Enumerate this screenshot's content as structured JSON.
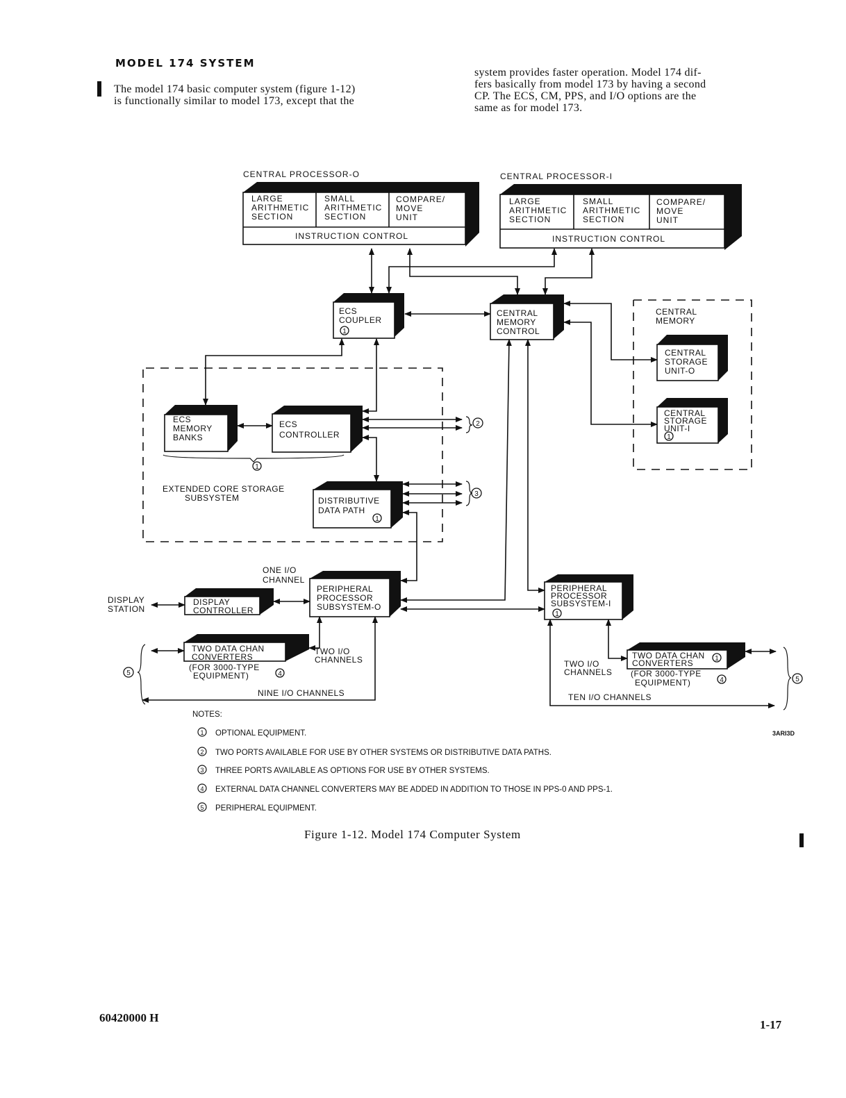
{
  "page": {
    "section_heading": "MODEL 174 SYSTEM",
    "paragraph_left": [
      "The model 174 basic computer system (figure 1-12)",
      "is functionally similar to model 173, except that the"
    ],
    "paragraph_right": [
      "system provides faster operation.  Model 174 dif-",
      "fers basically from model 173 by having a second",
      "CP.  The ECS, CM, PPS, and I/O options are the",
      "same as for model 173."
    ],
    "figure_caption": "Figure 1-12.  Model 174 Computer System",
    "figure_code": "3ARI3D",
    "doc_number": "60420000  H",
    "page_number": "1-17"
  },
  "diagram": {
    "cp0": {
      "title": "CENTRAL PROCESSOR-O",
      "cells": [
        [
          "LARGE",
          "ARITHMETIC",
          "SECTION"
        ],
        [
          "SMALL",
          "ARITHMETIC",
          "SECTION"
        ],
        [
          "COMPARE/",
          "MOVE",
          "UNIT"
        ]
      ],
      "control": "INSTRUCTION CONTROL"
    },
    "cp1": {
      "title": "CENTRAL PROCESSOR-I",
      "cells": [
        [
          "LARGE",
          "ARITHMETIC",
          "SECTION"
        ],
        [
          "SMALL",
          "ARITHMETIC",
          "SECTION"
        ],
        [
          "COMPARE/",
          "MOVE",
          "UNIT"
        ]
      ],
      "control": "INSTRUCTION CONTROL"
    },
    "ecs_coupler": [
      "ECS",
      "COUPLER"
    ],
    "cmc": [
      "CENTRAL",
      "MEMORY",
      "CONTROL"
    ],
    "central_memory_label": [
      "CENTRAL",
      "MEMORY"
    ],
    "csu0": [
      "CENTRAL",
      "STORAGE",
      "UNIT-O"
    ],
    "csu1": [
      "CENTRAL",
      "STORAGE",
      "UNIT-I"
    ],
    "ecs_banks": [
      "ECS",
      "MEMORY",
      "BANKS"
    ],
    "ecs_controller": [
      "ECS",
      "CONTROLLER"
    ],
    "ecs_subsystem": [
      "EXTENDED CORE STORAGE",
      "SUBSYSTEM"
    ],
    "ddp": [
      "DISTRIBUTIVE",
      "DATA PATH"
    ],
    "one_io": [
      "ONE I/O",
      "CHANNEL"
    ],
    "display_station": [
      "DISPLAY",
      "STATION"
    ],
    "display_controller": [
      "DISPLAY",
      "CONTROLLER"
    ],
    "pps0": [
      "PERIPHERAL",
      "PROCESSOR",
      "SUBSYSTEM-O"
    ],
    "pps1": [
      "PERIPHERAL",
      "PROCESSOR",
      "SUBSYSTEM-I"
    ],
    "dcc_left": [
      "TWO DATA CHAN",
      "CONVERTERS"
    ],
    "dcc_right": [
      "TWO DATA CHAN",
      "CONVERTERS"
    ],
    "for3000": [
      "(FOR 3000-TYPE",
      "EQUIPMENT)"
    ],
    "two_io": [
      "TWO I/O",
      "CHANNELS"
    ],
    "nine_io": "NINE I/O CHANNELS",
    "ten_io": "TEN I/O CHANNELS",
    "markers": {
      "n1": "1",
      "n2": "2",
      "n3": "3",
      "n4": "4",
      "n5": "5"
    }
  },
  "notes": {
    "title": "NOTES:",
    "items": [
      {
        "num": "1",
        "text": "OPTIONAL EQUIPMENT."
      },
      {
        "num": "2",
        "text": "TWO PORTS AVAILABLE FOR USE BY OTHER SYSTEMS OR DISTRIBUTIVE DATA PATHS."
      },
      {
        "num": "3",
        "text": "THREE PORTS AVAILABLE AS OPTIONS FOR USE BY OTHER SYSTEMS."
      },
      {
        "num": "4",
        "text": "EXTERNAL DATA CHANNEL CONVERTERS MAY BE ADDED IN ADDITION TO THOSE IN PPS-0 AND PPS-1."
      },
      {
        "num": "5",
        "text": "PERIPHERAL EQUIPMENT."
      }
    ]
  }
}
